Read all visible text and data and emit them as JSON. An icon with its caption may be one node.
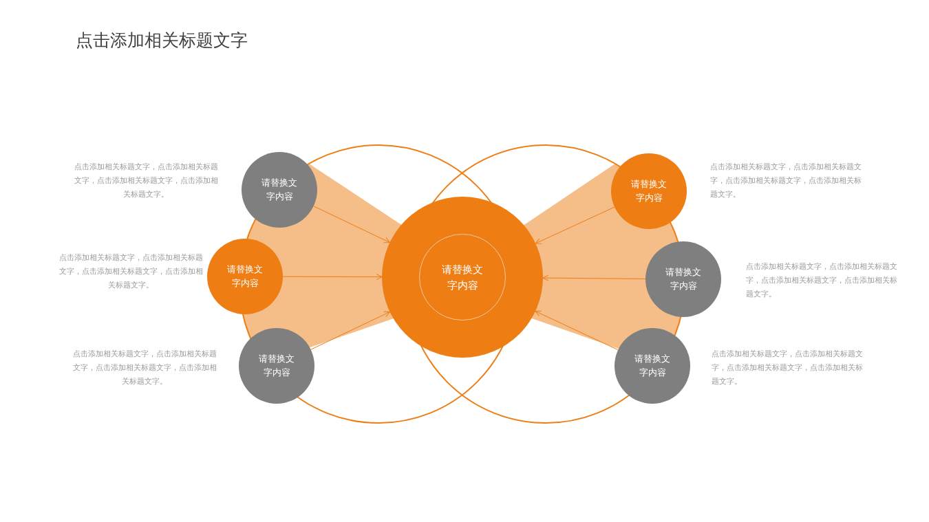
{
  "diagram": {
    "title": "点击添加相关标题文字",
    "nodes": [
      {
        "text": [
          "请替换文字内容"
        ]
      },
      {
        "text": [
          "请替换文字内容"
        ],
        "beside": [
          "点击添加相关标题文字，点击添加相关标题文字，点击添加相关标题文字，点击添加相关标题文字。"
        ]
      },
      {
        "text": [
          "请替换文字内容"
        ],
        "beside": [
          "点击添加相关标题文字，点击添加相关标题文字，点击添加相关标题文字，点击添加相关标题文字。"
        ]
      },
      {
        "text": [
          "请替换文字内容"
        ],
        "beside": [
          "点击添加相关标题文字，点击添加相关标题文字，点击添加相关标题文字，点击添加相关标题文字。"
        ]
      },
      {
        "text": [
          "请替换文字内容"
        ],
        "beside": [
          "点击添加相关标题文字，点击添加相关标题文字，点击添加相关标题文字，点击添加相关标题文字。"
        ]
      },
      {
        "text": [
          "请替换文字内容"
        ],
        "beside": [
          "点击添加相关标题文字，点击添加相关标题文字，点击添加相关标题文字，点击添加相关标题文字。"
        ]
      },
      {
        "text": [
          "请替换文字内容"
        ],
        "beside": [
          "点击添加相关标题文字，点击添加相关标题文字，点击添加相关标题文字，点击添加相关标题文字。"
        ]
      }
    ],
    "edges": [
      {
        "from": 1,
        "to": 0,
        "arrow": "to"
      },
      {
        "from": 2,
        "to": 0,
        "arrow": "to"
      },
      {
        "from": 3,
        "to": 0,
        "arrow": "to"
      },
      {
        "from": 4,
        "to": 0,
        "arrow": "to"
      },
      {
        "from": 5,
        "to": 0,
        "arrow": "to"
      },
      {
        "from": 6,
        "to": 0,
        "arrow": "to"
      }
    ]
  }
}
